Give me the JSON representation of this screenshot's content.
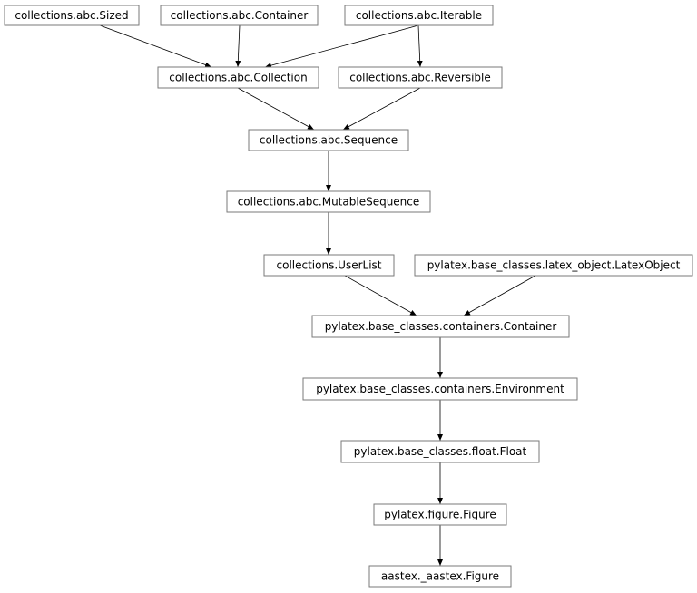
{
  "nodes": {
    "sized": "collections.abc.Sized",
    "container": "collections.abc.Container",
    "iterable": "collections.abc.Iterable",
    "collection": "collections.abc.Collection",
    "reversible": "collections.abc.Reversible",
    "sequence": "collections.abc.Sequence",
    "mutable_sequence": "collections.abc.MutableSequence",
    "user_list": "collections.UserList",
    "latex_object": "pylatex.base_classes.latex_object.LatexObject",
    "pylatex_container": "pylatex.base_classes.containers.Container",
    "environment": "pylatex.base_classes.containers.Environment",
    "float": "pylatex.base_classes.float.Float",
    "pylatex_figure": "pylatex.figure.Figure",
    "aastex_figure": "aastex._aastex.Figure"
  },
  "edges": [
    [
      "sized",
      "collection"
    ],
    [
      "container",
      "collection"
    ],
    [
      "iterable",
      "collection"
    ],
    [
      "iterable",
      "reversible"
    ],
    [
      "collection",
      "sequence"
    ],
    [
      "reversible",
      "sequence"
    ],
    [
      "sequence",
      "mutable_sequence"
    ],
    [
      "mutable_sequence",
      "user_list"
    ],
    [
      "user_list",
      "pylatex_container"
    ],
    [
      "latex_object",
      "pylatex_container"
    ],
    [
      "pylatex_container",
      "environment"
    ],
    [
      "environment",
      "float"
    ],
    [
      "float",
      "pylatex_figure"
    ],
    [
      "pylatex_figure",
      "aastex_figure"
    ]
  ],
  "colors": {
    "box_border": "#7a7a7a",
    "edge": "#000000",
    "text": "#000000"
  }
}
